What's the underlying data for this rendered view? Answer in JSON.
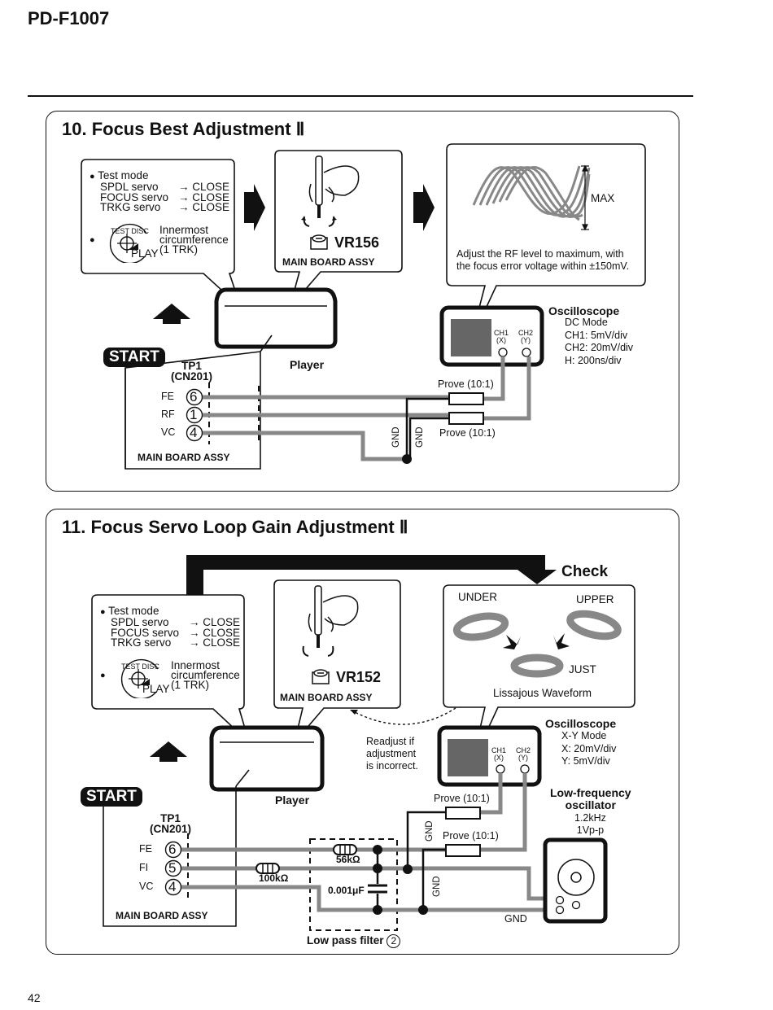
{
  "header": {
    "model": "PD-F1007",
    "page_number": "42"
  },
  "section10": {
    "title": "10. Focus Best Adjustment Ⅱ",
    "test_mode": {
      "heading": "Test mode",
      "rows": [
        {
          "name": "SPDL servo",
          "value": "CLOSE"
        },
        {
          "name": "FOCUS servo",
          "value": "CLOSE"
        },
        {
          "name": "TRKG servo",
          "value": "CLOSE"
        }
      ],
      "disc_label": "TEST DISC",
      "play_label": "PLAY",
      "innermost": [
        "Innermost",
        "circumference",
        "(1 TRK)"
      ]
    },
    "vr_label": "VR156",
    "board_label": "MAIN BOARD ASSY",
    "scope_max": "MAX",
    "instruction": [
      "Adjust the RF level to maximum, with",
      "the focus error voltage within ±150mV."
    ],
    "oscilloscope": {
      "title": "Oscilloscope",
      "settings": [
        "DC Mode",
        "CH1: 5mV/div",
        "CH2: 20mV/div",
        "H: 200ns/div"
      ],
      "ch1": [
        "CH1",
        "(X)"
      ],
      "ch2": [
        "CH2",
        "(Y)"
      ]
    },
    "player_label": "Player",
    "start_label": "START",
    "tp": {
      "name": "TP1",
      "connector": "(CN201)"
    },
    "pins": [
      {
        "label": "FE",
        "num": "6"
      },
      {
        "label": "RF",
        "num": "1"
      },
      {
        "label": "VC",
        "num": "4"
      }
    ],
    "prove_top": "Prove (10:1)",
    "prove_bottom": "Prove (10:1)",
    "gnd": "GND",
    "main_board": "MAIN BOARD ASSY"
  },
  "section11": {
    "title": "11. Focus Servo Loop Gain Adjustment Ⅱ",
    "check_label": "Check",
    "test_mode": {
      "heading": "Test mode",
      "rows": [
        {
          "name": "SPDL servo",
          "value": "CLOSE"
        },
        {
          "name": "FOCUS servo",
          "value": "CLOSE"
        },
        {
          "name": "TRKG servo",
          "value": "CLOSE"
        }
      ],
      "disc_label": "TEST DISC",
      "play_label": "PLAY",
      "innermost": [
        "Innermost",
        "circumference",
        "(1 TRK)"
      ]
    },
    "vr_label": "VR152",
    "board_label": "MAIN BOARD ASSY",
    "lissajous": {
      "under": "UNDER",
      "upper": "UPPER",
      "just": "JUST",
      "caption": "Lissajous Waveform"
    },
    "readjust": [
      "Readjust if",
      "adjustment",
      "is incorrect."
    ],
    "oscilloscope": {
      "title": "Oscilloscope",
      "settings": [
        "X-Y Mode",
        "X: 20mV/div",
        "Y: 5mV/div"
      ],
      "ch1": [
        "CH1",
        "(X)"
      ],
      "ch2": [
        "CH2",
        "(Y)"
      ]
    },
    "player_label": "Player",
    "start_label": "START",
    "tp": {
      "name": "TP1",
      "connector": "(CN201)"
    },
    "pins": [
      {
        "label": "FE",
        "num": "6"
      },
      {
        "label": "FI",
        "num": "5"
      },
      {
        "label": "VC",
        "num": "4"
      }
    ],
    "prove_top": "Prove (10:1)",
    "prove_bottom": "Prove (10:1)",
    "gnd": "GND",
    "resistor_56k": "56kΩ",
    "resistor_100k": "100kΩ",
    "capacitor": "0.001μF",
    "lpf_label": "Low pass filter",
    "lpf_num": "2",
    "lfo": {
      "title": [
        "Low-frequency",
        "oscillator"
      ],
      "settings": [
        "1.2kHz",
        "1Vp-p"
      ]
    },
    "main_board": "MAIN BOARD ASSY"
  }
}
